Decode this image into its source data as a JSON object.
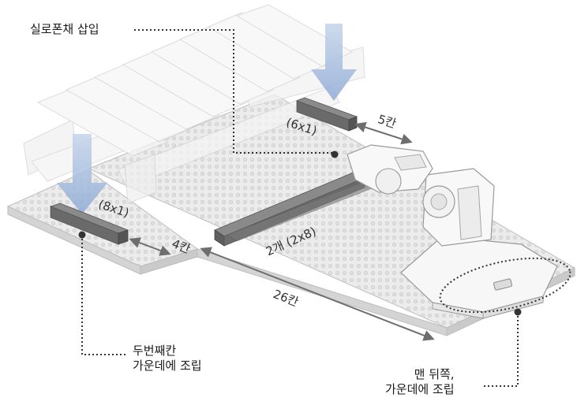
{
  "labels": {
    "silo_insert": "실로폰채 삽입",
    "second_slot_line1": "두번째칸",
    "second_slot_line2": "가운데에 조립",
    "back_line1": "맨 뒤쪽,",
    "back_line2": "가운데에 조립",
    "brick_6x1": "(6x1)",
    "brick_8x1": "(8x1)",
    "five_studs": "5칸",
    "four_studs": "4칸",
    "two_2x8": "2개 (2x8)",
    "twentysix_studs": "26칸"
  },
  "colors": {
    "leader": "#333333",
    "insert_arrow": "#9ab3d8",
    "measure_arrow": "#707070",
    "baseplate": "#eeeeee",
    "brick": "#6f6f6f"
  }
}
